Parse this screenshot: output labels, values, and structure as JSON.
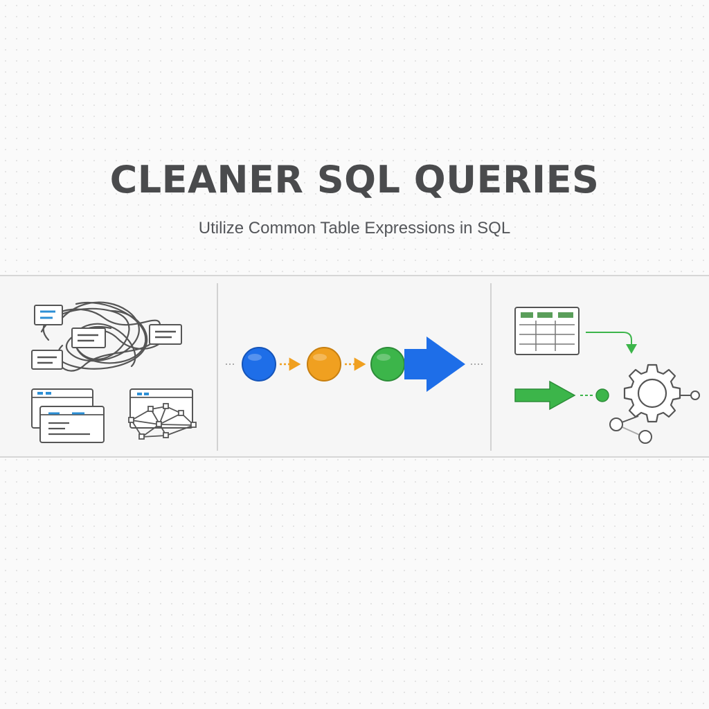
{
  "title": "CLEANER SQL QUERIES",
  "subtitle": "Utilize Common Table Expressions in SQL",
  "colors": {
    "background": "#fafafa",
    "text_dark": "#4a4b4d",
    "outline": "#555555",
    "blue": "#1e6ee8",
    "orange": "#f0a020",
    "green": "#3cb54a",
    "light_blue_accent": "#2d8fd5",
    "table_header_green": "#5a9e5a"
  },
  "panels": [
    {
      "id": "messy",
      "icons": [
        "tangled-lines-icon",
        "document-card-icon",
        "browser-window-icon",
        "network-graph-icon"
      ]
    },
    {
      "id": "flow",
      "icons": [
        "blue-node-icon",
        "orange-node-icon",
        "green-node-icon",
        "blue-arrow-icon"
      ]
    },
    {
      "id": "clean",
      "icons": [
        "table-icon",
        "green-arrow-icon",
        "gear-icon",
        "connected-nodes-icon"
      ]
    }
  ]
}
